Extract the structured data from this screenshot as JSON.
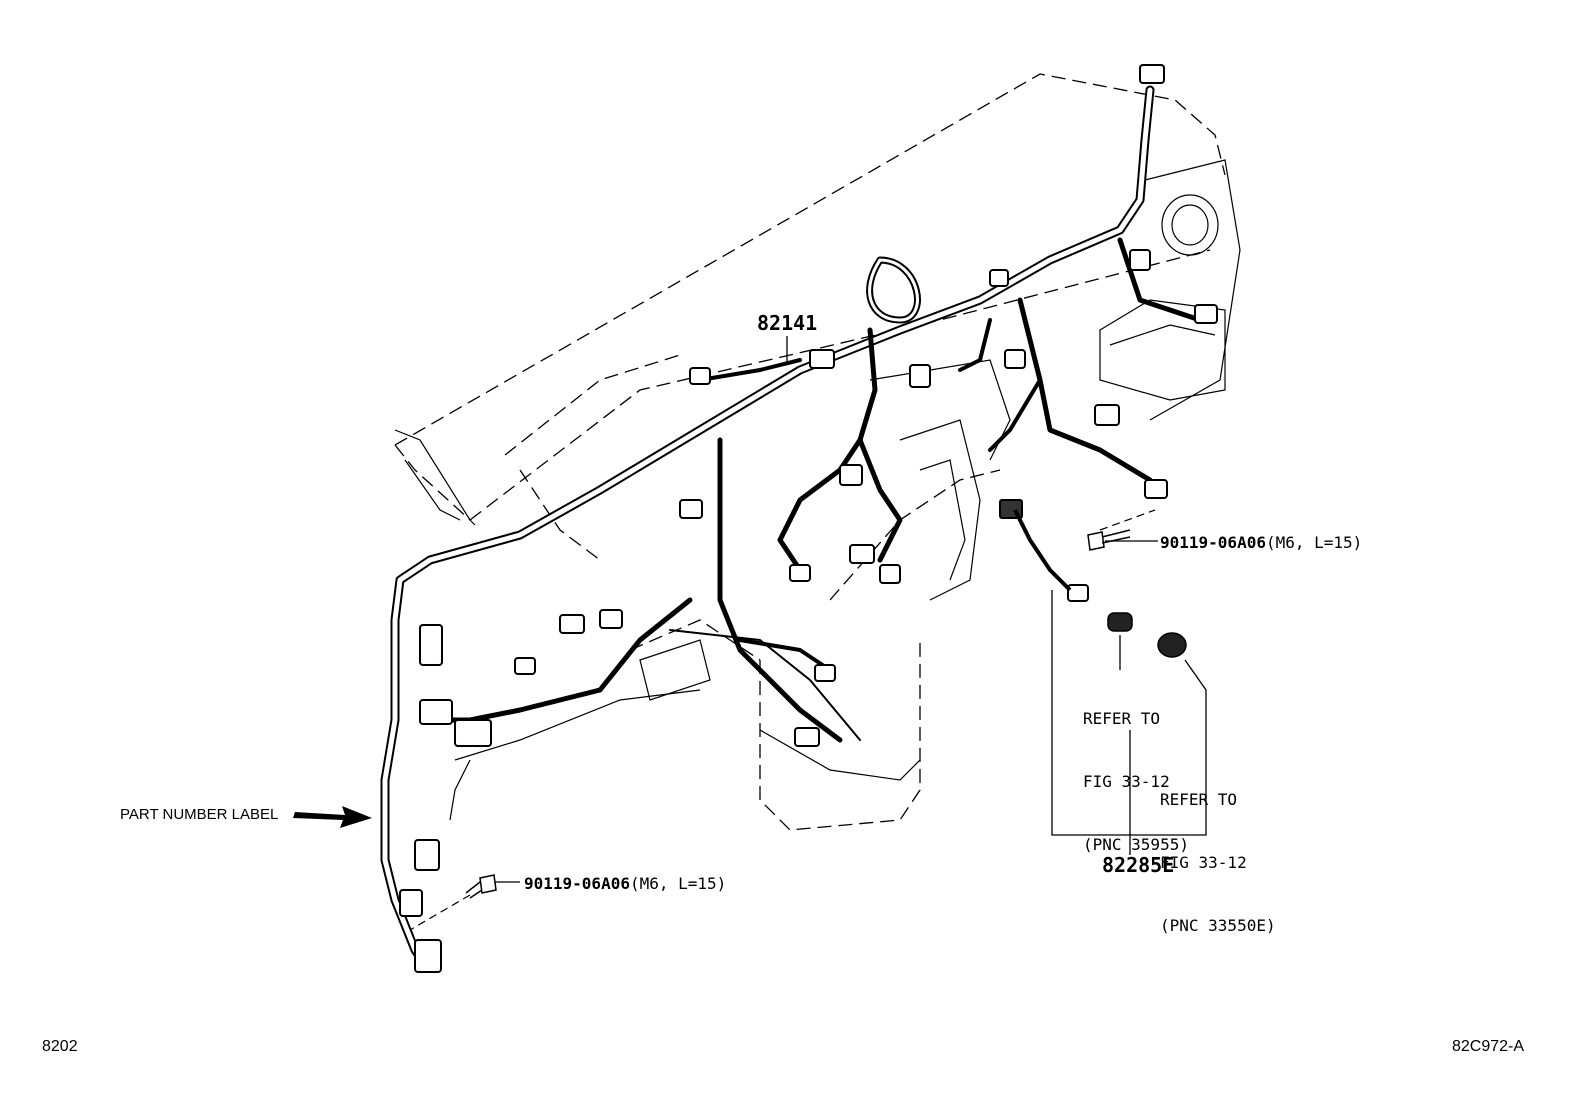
{
  "diagram": {
    "part_number_label": "PART NUMBER LABEL",
    "main_harness_pn": "82141",
    "sub_harness_pn": "82285E",
    "bolt_upper": {
      "pn": "90119-06A06",
      "spec": "(M6, L=15)"
    },
    "bolt_lower": {
      "pn": "90119-06A06",
      "spec": "(M6, L=15)"
    },
    "ref_1": {
      "line1": "REFER TO",
      "line2": "FIG 33-12",
      "line3": "(PNC 35955)"
    },
    "ref_2": {
      "line1": "REFER TO",
      "line2": "FIG 33-12",
      "line3": "(PNC 33550E)"
    }
  },
  "footer": {
    "left_code": "8202",
    "right_code": "82C972-A"
  }
}
